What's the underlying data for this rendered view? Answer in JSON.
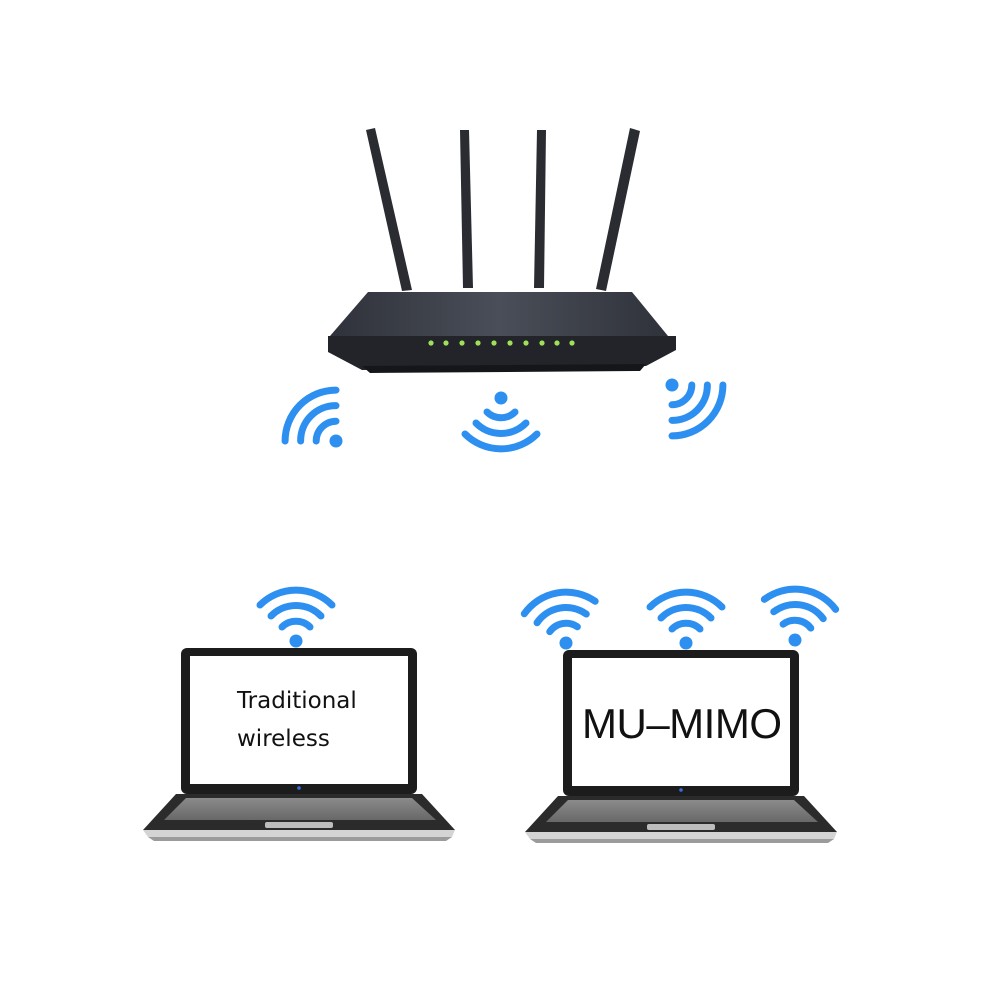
{
  "colors": {
    "wifi": "#2d8ff0",
    "router_body": "#3a3d45",
    "router_front": "#23252b",
    "led": "#9ee05a",
    "laptop_frame": "#1e1e1e",
    "screen": "#ffffff"
  },
  "icons": [
    "router-icon",
    "wifi-icon",
    "laptop-icon"
  ],
  "laptops": {
    "traditional": {
      "line1": "Traditional",
      "line2": "wireless"
    },
    "mumimo": {
      "label": "MU–MIMO"
    }
  }
}
